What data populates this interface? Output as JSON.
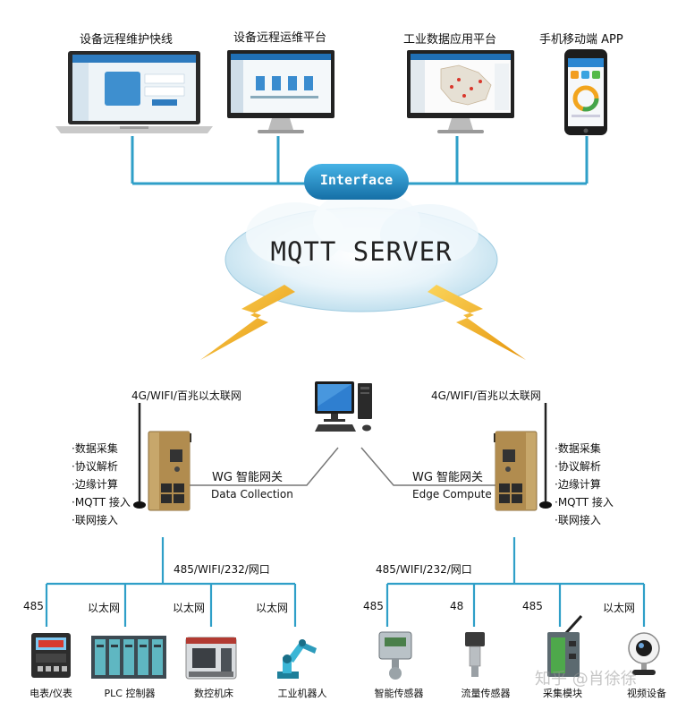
{
  "top_devices": [
    {
      "label": "设备远程维护快线"
    },
    {
      "label": "设备远程运维平台"
    },
    {
      "label": "工业数据应用平台"
    },
    {
      "label": "手机移动端 APP"
    }
  ],
  "interface_label": "Interface",
  "server_label": "MQTT SERVER",
  "left_gateway": {
    "network": "4G/WIFI/百兆以太联网",
    "title": "WG 智能网关",
    "subtitle": "Data Collection",
    "features": [
      "·数据采集",
      "·协议解析",
      "·边缘计算",
      "·MQTT 接入",
      "·联网接入"
    ],
    "bus_label": "485/WIFI/232/网口"
  },
  "right_gateway": {
    "network": "4G/WIFI/百兆以太联网",
    "title": "WG 智能网关",
    "subtitle": "Edge Compute",
    "features": [
      "·数据采集",
      "·协议解析",
      "·边缘计算",
      "·MQTT 接入",
      "·联网接入"
    ],
    "bus_label": "485/WIFI/232/网口"
  },
  "left_branches": [
    "485",
    "以太网",
    "以太网",
    "以太网"
  ],
  "right_branches": [
    "485",
    "48",
    "485",
    "以太网"
  ],
  "left_devices": [
    "电表/仪表",
    "PLC 控制器",
    "数控机床",
    "工业机器人"
  ],
  "right_devices": [
    "智能传感器",
    "流量传感器",
    "采集模块",
    "视频设备"
  ],
  "watermark": "知乎 @肖徐徐",
  "colors": {
    "line": "#2f9fc8",
    "interface": "#1e8fc4",
    "bolt": "#f3b21c"
  }
}
